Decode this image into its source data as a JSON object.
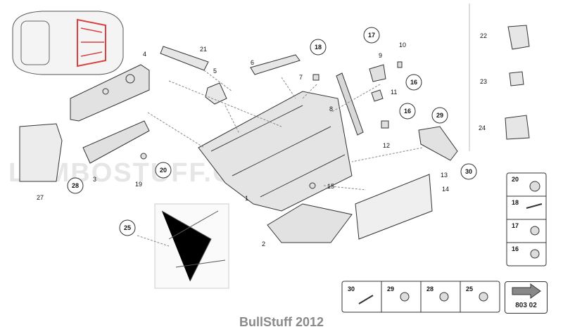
{
  "footer": "BullStuff 2012",
  "watermark": "LAMBOSTUFF.COM",
  "page_code": "803 02",
  "callouts": {
    "c1": "1",
    "c2": "2",
    "c3": "3",
    "c4": "4",
    "c5": "5",
    "c6": "6",
    "c7": "7",
    "c8": "8",
    "c9": "9",
    "c10": "10",
    "c11": "11",
    "c12": "12",
    "c13": "13",
    "c14": "14",
    "c15": "15",
    "c19": "19",
    "c21": "21",
    "c27": "27",
    "c22": "22",
    "c23": "23",
    "c24": "24"
  },
  "circled": {
    "o16a": "16",
    "o16b": "16",
    "o17": "17",
    "o18": "18",
    "o20": "20",
    "o25": "25",
    "o28": "28",
    "o29": "29",
    "o30": "30"
  },
  "legend_right": [
    "20",
    "18",
    "17",
    "16"
  ],
  "legend_bottom": [
    "30",
    "29",
    "28",
    "25"
  ],
  "colors": {
    "line": "#333333",
    "highlight": "#d94040"
  }
}
